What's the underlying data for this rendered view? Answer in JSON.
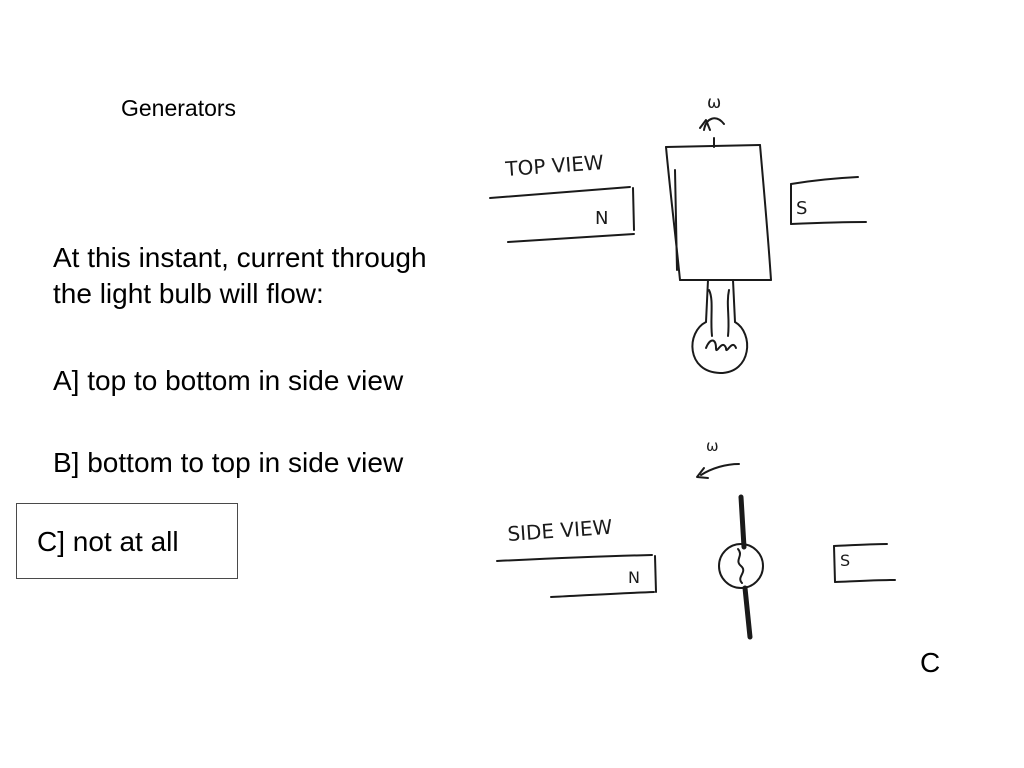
{
  "slide": {
    "title": "Generators",
    "question_lines": [
      "At this instant, current through",
      "the light bulb will flow:"
    ],
    "options": [
      "A] top to bottom in side view",
      "B] bottom to top in side view",
      "C] not at all"
    ],
    "answer": "C"
  },
  "sketch": {
    "top_view_label": "TOP VIEW",
    "side_view_label": "SIDE VIEW",
    "north_pole": "N",
    "south_pole": "S",
    "omega": "ω"
  }
}
